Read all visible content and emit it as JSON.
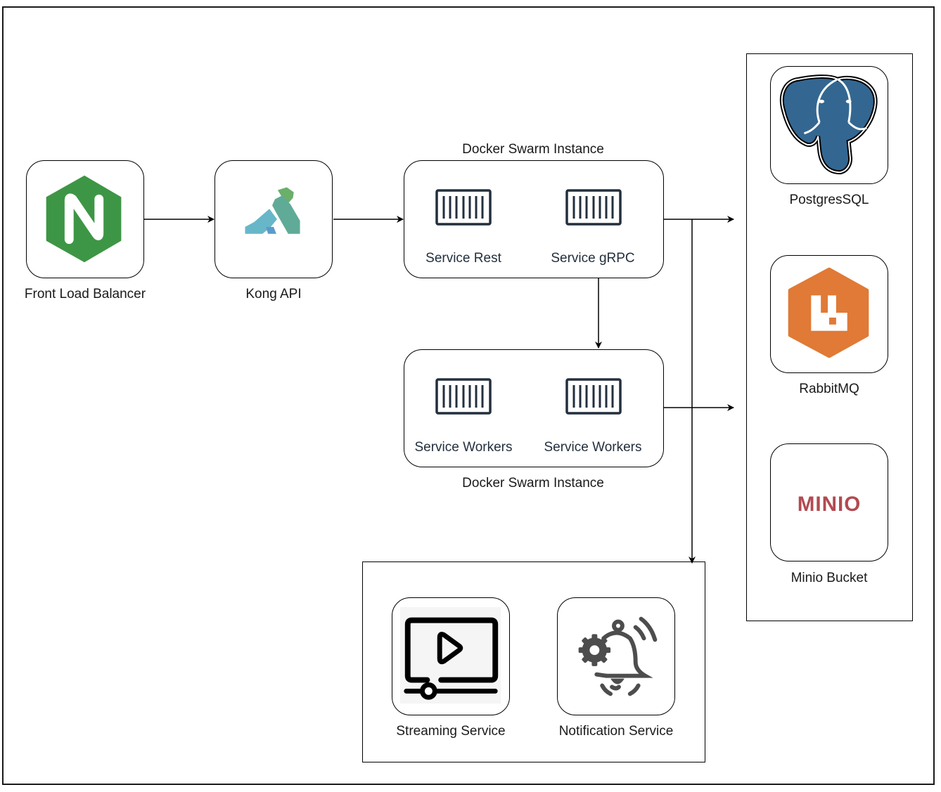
{
  "diagram": {
    "nodes": {
      "nginx": {
        "label": "Front Load Balancer",
        "icon": "nginx-logo",
        "color": "#3d9645"
      },
      "kong": {
        "label": "Kong API",
        "icon": "kong-gorilla-logo",
        "colors": [
          "#6aaf6a",
          "#5fab97",
          "#67b7c9",
          "#5a9bcb"
        ]
      },
      "swarm_top": {
        "title": "Docker Swarm Instance",
        "services": [
          {
            "label": "Service Rest",
            "icon": "container-icon"
          },
          {
            "label": "Service gRPC",
            "icon": "container-icon"
          }
        ]
      },
      "swarm_bottom": {
        "title": "Docker Swarm Instance",
        "services": [
          {
            "label": "Service Workers",
            "icon": "container-icon"
          },
          {
            "label": "Service Workers",
            "icon": "container-icon"
          }
        ]
      },
      "postgres": {
        "label": "PostgresSQL",
        "icon": "postgres-elephant-logo",
        "color": "#336791"
      },
      "rabbitmq": {
        "label": "RabbitMQ",
        "icon": "rabbitmq-logo",
        "color": "#e07a36"
      },
      "minio": {
        "label": "Minio Bucket",
        "icon": "minio-logo",
        "logo_text": "MINIO",
        "color": "#b24a50"
      },
      "streaming": {
        "label": "Streaming Service",
        "icon": "video-play-icon"
      },
      "notification": {
        "label": "Notification Service",
        "icon": "bell-gear-icon",
        "color": "#4d4d4d"
      }
    },
    "edges": [
      {
        "from": "Front Load Balancer",
        "to": "Kong API"
      },
      {
        "from": "Kong API",
        "to": "Docker Swarm Instance (top)"
      },
      {
        "from": "Docker Swarm Instance (top)",
        "to": "Data stores group"
      },
      {
        "from": "Docker Swarm Instance (top)",
        "to": "Docker Swarm Instance (bottom)"
      },
      {
        "from": "Docker Swarm Instance (bottom)",
        "to": "Data stores group"
      },
      {
        "from": "Docker Swarm Instance (top)",
        "to": "Streaming/Notification group"
      }
    ],
    "colors": {
      "line": "#000000",
      "container_icon": "#232f3e",
      "text": "#1a1a1a"
    }
  }
}
